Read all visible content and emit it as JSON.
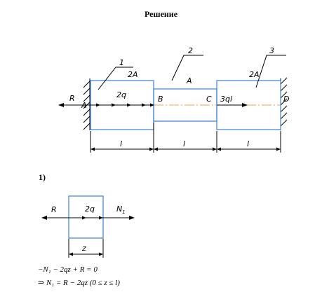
{
  "title": "Решение",
  "step_label": "1)",
  "diagram_main": {
    "part_numbers": [
      "1",
      "2",
      "3"
    ],
    "area_labels": [
      "2A",
      "A",
      "2A"
    ],
    "load_labels": [
      "R",
      "2q",
      "3ql"
    ],
    "point_labels": [
      "A",
      "B",
      "C",
      "D"
    ],
    "length_labels": [
      "l",
      "l",
      "l"
    ]
  },
  "diagram_section": {
    "labels": [
      "R",
      "2q",
      "N"
    ],
    "subscript": "1",
    "length_label": "z"
  },
  "equations": [
    "−N₁ − 2qz + R = 0",
    "⇒ N₁ = R − 2qz (0 ≤ z ≤ l)"
  ],
  "colors": {
    "section_blue": "#3b7fd9",
    "axis_orange": "#f0a050"
  }
}
